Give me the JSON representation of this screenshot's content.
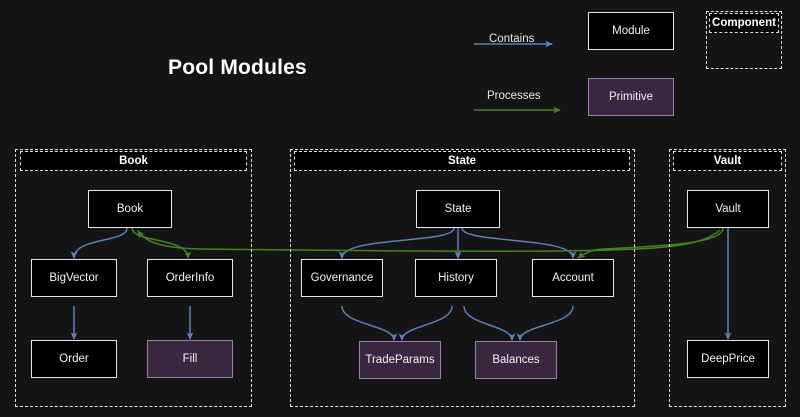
{
  "title": "Pool Modules",
  "background_color": "#141414",
  "colors": {
    "contains_edge": "#5b7fb8",
    "processes_edge": "#44821f",
    "module_fill": "#000000",
    "module_border": "#e8e8e8",
    "primitive_fill": "#392740",
    "primitive_border": "#9d7fab",
    "group_border": "#e4e4e4",
    "text": "#f2f2f2"
  },
  "legend": {
    "contains_label": "Contains",
    "processes_label": "Processes",
    "module_label": "Module",
    "primitive_label": "Primitive",
    "component_label": "Component"
  },
  "groups": [
    {
      "id": "book",
      "label": "Book"
    },
    {
      "id": "state",
      "label": "State"
    },
    {
      "id": "vault",
      "label": "Vault"
    }
  ],
  "nodes": [
    {
      "id": "book",
      "label": "Book",
      "kind": "module",
      "group": "book"
    },
    {
      "id": "bigvector",
      "label": "BigVector",
      "kind": "module",
      "group": "book"
    },
    {
      "id": "orderinfo",
      "label": "OrderInfo",
      "kind": "module",
      "group": "book"
    },
    {
      "id": "order",
      "label": "Order",
      "kind": "module",
      "group": "book"
    },
    {
      "id": "fill",
      "label": "Fill",
      "kind": "primitive",
      "group": "book"
    },
    {
      "id": "state",
      "label": "State",
      "kind": "module",
      "group": "state"
    },
    {
      "id": "governance",
      "label": "Governance",
      "kind": "module",
      "group": "state"
    },
    {
      "id": "history",
      "label": "History",
      "kind": "module",
      "group": "state"
    },
    {
      "id": "account",
      "label": "Account",
      "kind": "module",
      "group": "state"
    },
    {
      "id": "tradeparams",
      "label": "TradeParams",
      "kind": "primitive",
      "group": "state"
    },
    {
      "id": "balances",
      "label": "Balances",
      "kind": "primitive",
      "group": "state"
    },
    {
      "id": "vault",
      "label": "Vault",
      "kind": "module",
      "group": "vault"
    },
    {
      "id": "deepprice",
      "label": "DeepPrice",
      "kind": "module",
      "group": "vault"
    }
  ],
  "edges": [
    {
      "from": "book",
      "to": "bigvector",
      "type": "contains"
    },
    {
      "from": "book",
      "to": "orderinfo",
      "type": "processes"
    },
    {
      "from": "bigvector",
      "to": "order",
      "type": "contains"
    },
    {
      "from": "orderinfo",
      "to": "fill",
      "type": "contains"
    },
    {
      "from": "state",
      "to": "governance",
      "type": "contains"
    },
    {
      "from": "state",
      "to": "history",
      "type": "contains"
    },
    {
      "from": "state",
      "to": "account",
      "type": "contains"
    },
    {
      "from": "governance",
      "to": "tradeparams",
      "type": "contains"
    },
    {
      "from": "history",
      "to": "tradeparams",
      "type": "contains"
    },
    {
      "from": "history",
      "to": "balances",
      "type": "contains"
    },
    {
      "from": "account",
      "to": "balances",
      "type": "contains"
    },
    {
      "from": "vault",
      "to": "deepprice",
      "type": "contains"
    },
    {
      "from": "vault",
      "to": "state",
      "type": "processes"
    },
    {
      "from": "vault",
      "to": "account",
      "type": "processes"
    }
  ]
}
